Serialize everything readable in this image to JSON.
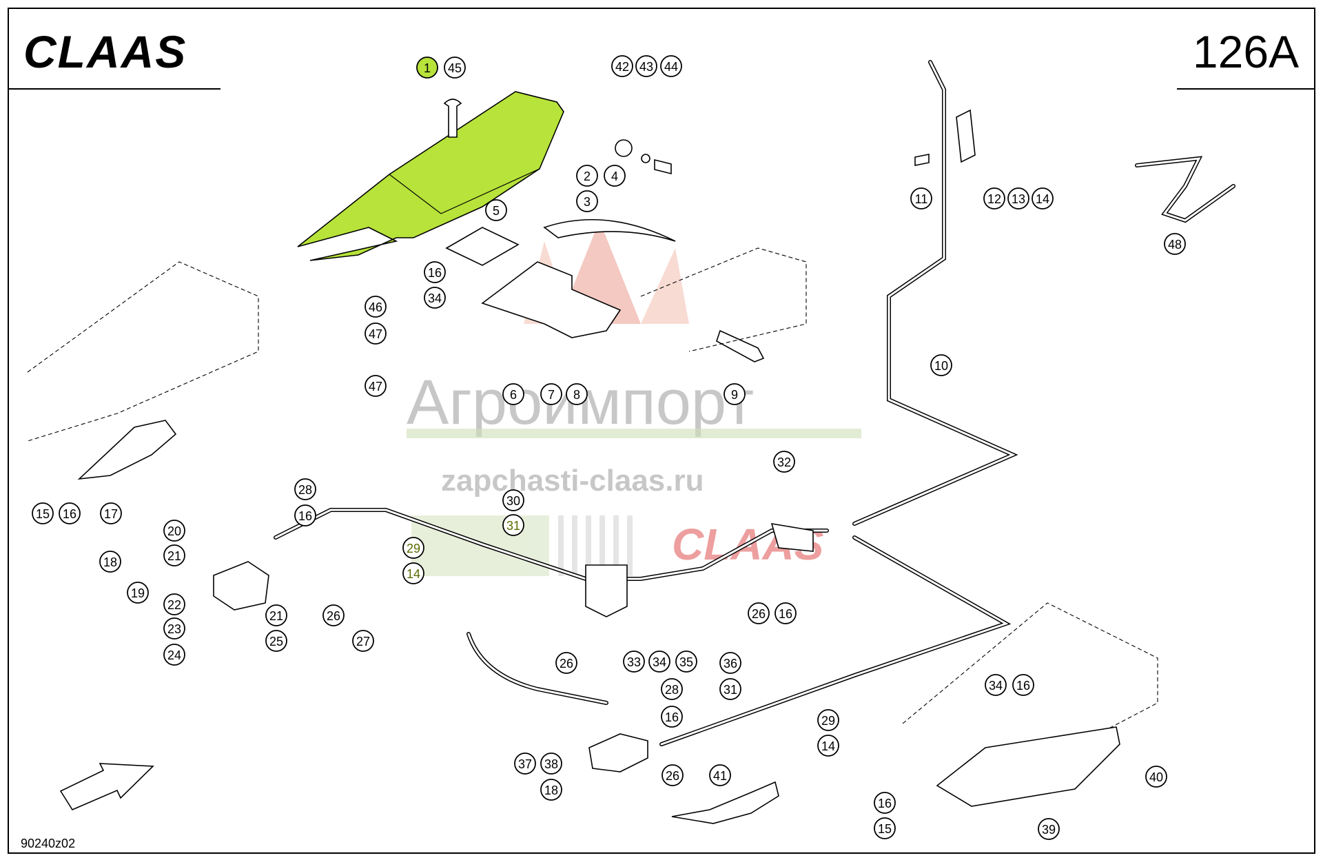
{
  "header": {
    "brand_logo": "CLAAS",
    "page_number": "126A"
  },
  "footer": {
    "drawing_number": "90240z02"
  },
  "watermark": {
    "company": "Агроимпорт",
    "website": "zapchasti-claas.ru",
    "brand": "CLAAS"
  },
  "colors": {
    "highlight_part": "#b7e33a",
    "watermark_red": "#e05050",
    "watermark_gray": "#9a9a9a",
    "olive_labels": "#5a6b00"
  },
  "callouts": [
    "1",
    "45",
    "42",
    "43",
    "44",
    "2",
    "3",
    "4",
    "5",
    "16",
    "34",
    "46",
    "47",
    "47",
    "6",
    "7",
    "8",
    "9",
    "11",
    "12",
    "13",
    "14",
    "48",
    "10",
    "15",
    "16",
    "17",
    "28",
    "16",
    "30",
    "31",
    "29",
    "14",
    "32",
    "20",
    "21",
    "18",
    "19",
    "22",
    "23",
    "24",
    "21",
    "26",
    "25",
    "27",
    "26",
    "26",
    "16",
    "33",
    "34",
    "35",
    "36",
    "31",
    "34",
    "16",
    "28",
    "16",
    "29",
    "14",
    "40",
    "37",
    "38",
    "26",
    "18",
    "41",
    "16",
    "15",
    "39"
  ],
  "highlighted_part": "1"
}
